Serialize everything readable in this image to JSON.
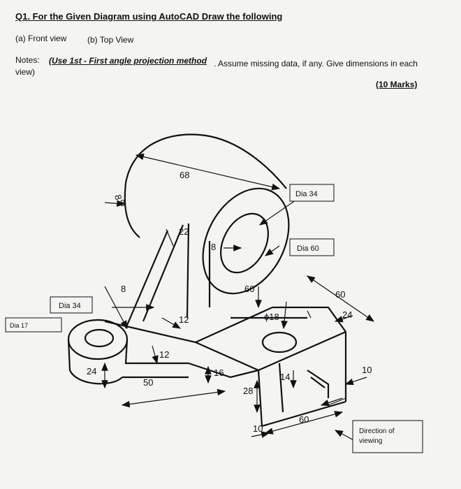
{
  "header": {
    "question": "Q1. For the Given Diagram using AutoCAD Draw the following",
    "part_a": "(a)  Front view",
    "part_b": "(b) Top View",
    "notes_label": "Notes:",
    "notes_method": "(Use 1st - First angle projection method",
    "notes_rest": ". Assume missing data, if any. Give dimensions in each",
    "notes_view": "view)",
    "marks": "(10 Marks)"
  },
  "drawing": {
    "dim_68": "68",
    "dim_8_top": "8",
    "dim_8_left": "8",
    "dim_22": "22",
    "dim_8_mid": "8",
    "dim_60_a": "60",
    "dim_60_b": "60",
    "dim_12_a": "12",
    "dim_18": "ϕ18",
    "dim_24_right": "24",
    "dim_12_b": "12",
    "dim_24_left": "24",
    "dim_16": "16",
    "dim_50": "50",
    "dim_28": "28",
    "dim_14": "14",
    "dim_10_right": "10",
    "dim_10_bottom": "10",
    "dim_60_bottom": "60",
    "callout_dia34_top": "Dia 34",
    "callout_dia60": "Dia 60",
    "callout_dia34_left": "Dia 34",
    "callout_dia17": "Dia 17",
    "direction_line1": "Direction of",
    "direction_line2": "viewing"
  }
}
